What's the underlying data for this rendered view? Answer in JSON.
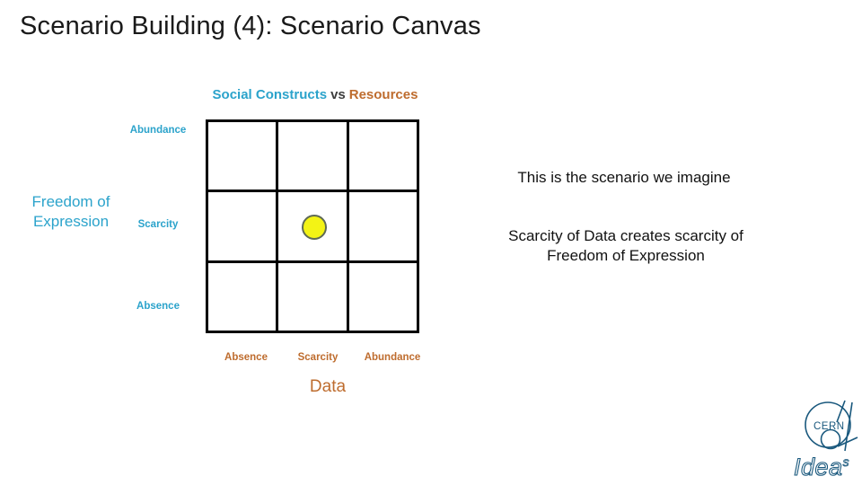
{
  "slide": {
    "title": "Scenario Building (4): Scenario Canvas"
  },
  "matrix": {
    "title": {
      "left": "Social Constructs",
      "mid": "vs",
      "right": "Resources"
    },
    "y_axis": {
      "title": "Freedom of Expression",
      "ticks": [
        "Abundance",
        "Scarcity",
        "Absence"
      ]
    },
    "x_axis": {
      "title": "Data",
      "ticks": [
        "Absence",
        "Scarcity",
        "Abundance"
      ]
    },
    "marker": {
      "shape": "circle",
      "row": "Scarcity",
      "column": "Scarcity"
    }
  },
  "annotations": {
    "imagine": "This is the scenario we imagine",
    "scenario": "Scarcity of Data creates scarcity of Freedom of Expression"
  },
  "logos": {
    "cern": "CERN",
    "ideasquare": "Idea",
    "ideasquare_sup": "s"
  },
  "colors": {
    "axis_cyan": "#2BA3CB",
    "axis_orange": "#BE6C2E",
    "marker_fill": "#F3F315",
    "marker_stroke": "#5F6A55",
    "logo_blue": "#19587D",
    "text_black": "#1A1A1A"
  }
}
